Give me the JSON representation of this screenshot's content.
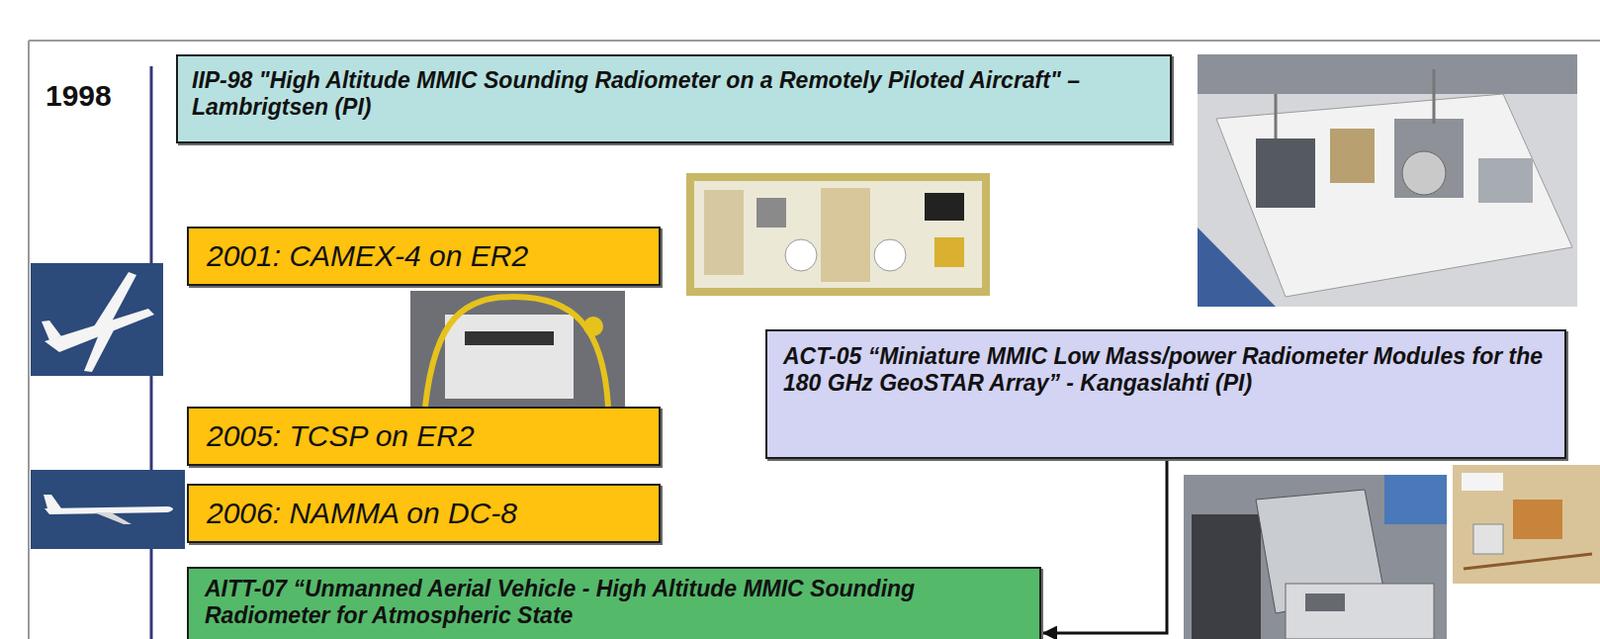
{
  "diagram": {
    "nodes": [
      {
        "text": [
          "IIP-98 \"High Altitude MMIC Sounding Radiometer on a Remotely Piloted Aircraft\" – Lambrigtsen (PI)"
        ]
      },
      {
        "text": [
          "2001: CAMEX-4 on ER2"
        ]
      },
      {
        "text": [
          "2005: TCSP on ER2"
        ]
      },
      {
        "text": [
          "2006: NAMMA on DC-8"
        ]
      },
      {
        "text": [
          "ACT-05 “Miniature MMIC Low Mass/power Radiometer Modules for the 180 GHz GeoSTAR Array” - Kangaslahti (PI)"
        ]
      },
      {
        "text": [
          "AITT-07 “Unmanned Aerial Vehicle - High Altitude MMIC Sounding Radiometer for Atmospheric State"
        ]
      }
    ],
    "edges": [
      {
        "from": 4,
        "to": 5,
        "arrow": "to"
      }
    ],
    "labels": [
      "1998"
    ]
  }
}
